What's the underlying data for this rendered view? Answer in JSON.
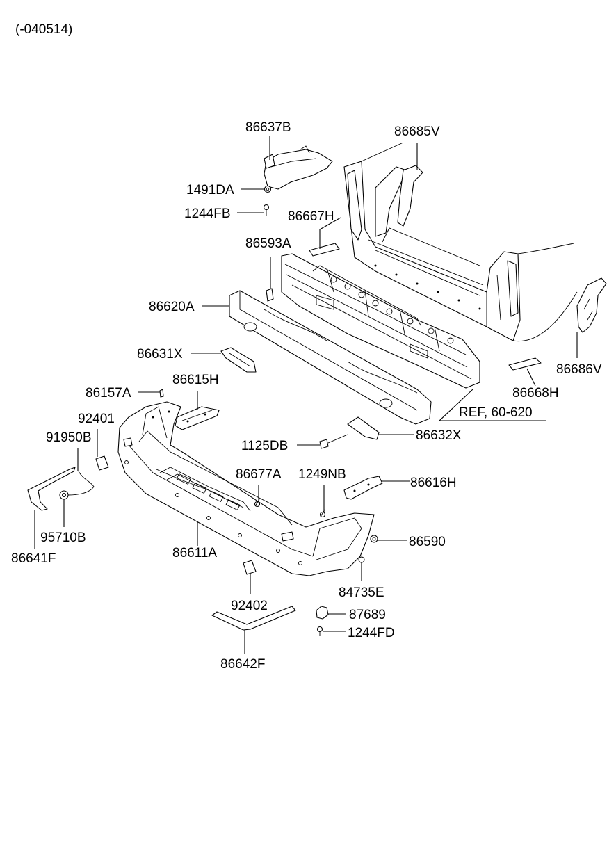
{
  "header": {
    "code": "(-040514)"
  },
  "parts": {
    "p86637B": "86637B",
    "p1491DA": "1491DA",
    "p1244FB": "1244FB",
    "p86685V": "86685V",
    "p86667H": "86667H",
    "p86593A": "86593A",
    "p86620A": "86620A",
    "p86631X": "86631X",
    "p86686V": "86686V",
    "p86668H": "86668H",
    "p86157A": "86157A",
    "p86615H": "86615H",
    "pREF": "REF, 60-620",
    "p92401": "92401",
    "p91950B": "91950B",
    "p86632X": "86632X",
    "p1125DB": "1125DB",
    "p86677A": "86677A",
    "p1249NB": "1249NB",
    "p86616H": "86616H",
    "p95710B": "95710B",
    "p86590": "86590",
    "p86641F": "86641F",
    "p86611A": "86611A",
    "p84735E": "84735E",
    "p92402": "92402",
    "p87689": "87689",
    "p1244FD": "1244FD",
    "p86642F": "86642F"
  }
}
